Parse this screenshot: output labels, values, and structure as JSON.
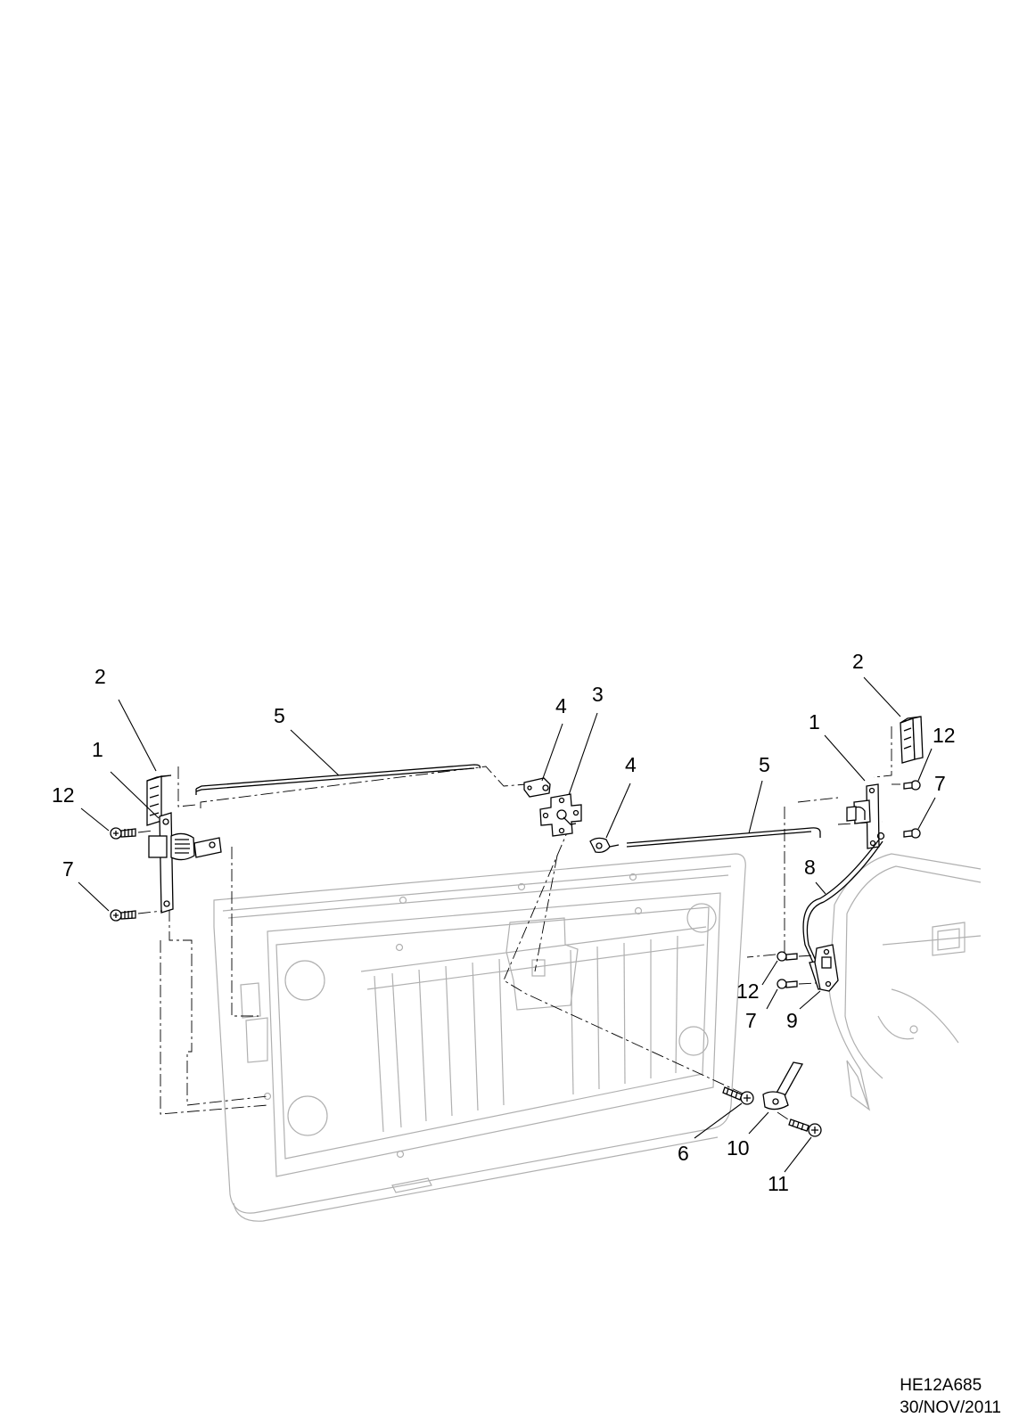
{
  "callouts": [
    {
      "id": "c2-left",
      "label": "2"
    },
    {
      "id": "c1-left",
      "label": "1"
    },
    {
      "id": "c12-left",
      "label": "12"
    },
    {
      "id": "c7-left",
      "label": "7"
    },
    {
      "id": "c5-left",
      "label": "5"
    },
    {
      "id": "c4-top",
      "label": "4"
    },
    {
      "id": "c3",
      "label": "3"
    },
    {
      "id": "c4-mid",
      "label": "4"
    },
    {
      "id": "c5-right",
      "label": "5"
    },
    {
      "id": "c1-right",
      "label": "1"
    },
    {
      "id": "c2-right",
      "label": "2"
    },
    {
      "id": "c12-right",
      "label": "12"
    },
    {
      "id": "c7-right",
      "label": "7"
    },
    {
      "id": "c8",
      "label": "8"
    },
    {
      "id": "c12-lower",
      "label": "12"
    },
    {
      "id": "c7-lower",
      "label": "7"
    },
    {
      "id": "c9",
      "label": "9"
    },
    {
      "id": "c6",
      "label": "6"
    },
    {
      "id": "c10",
      "label": "10"
    },
    {
      "id": "c11",
      "label": "11"
    }
  ],
  "footer": {
    "code": "HE12A685",
    "date": "30/NOV/2011"
  }
}
